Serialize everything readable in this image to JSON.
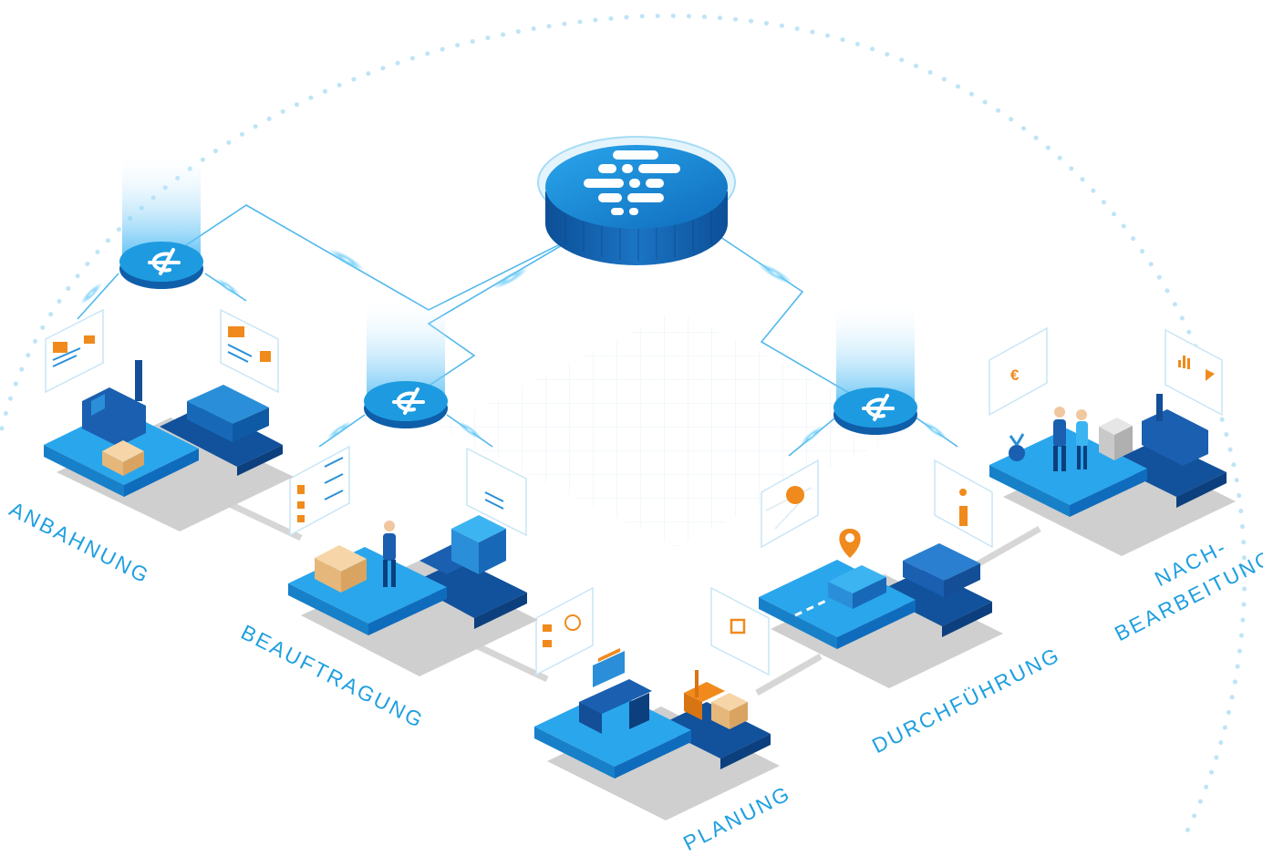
{
  "stages": [
    {
      "id": "anbahnung",
      "lines": [
        "ANBAHNUNG"
      ]
    },
    {
      "id": "beauftragung",
      "lines": [
        "BEAUFTRAGUNG"
      ]
    },
    {
      "id": "planung",
      "lines": [
        "PLANUNG"
      ]
    },
    {
      "id": "durchfuehrung",
      "lines": [
        "DURCHFÜHRUNG"
      ]
    },
    {
      "id": "nachbearbeitung",
      "lines": [
        "NACH-",
        "BEARBEITUNG"
      ]
    }
  ],
  "icons": {
    "hub": "central-platform-logo-icon",
    "connector": "connector-node-icon",
    "currency_symbol": "€"
  },
  "colors": {
    "primary": "#1e9be0",
    "dark": "#12519c",
    "accent": "#f08a1c",
    "line": "#52b8ec",
    "dots": "#bfe4f6",
    "road": "#d6d6d6"
  }
}
